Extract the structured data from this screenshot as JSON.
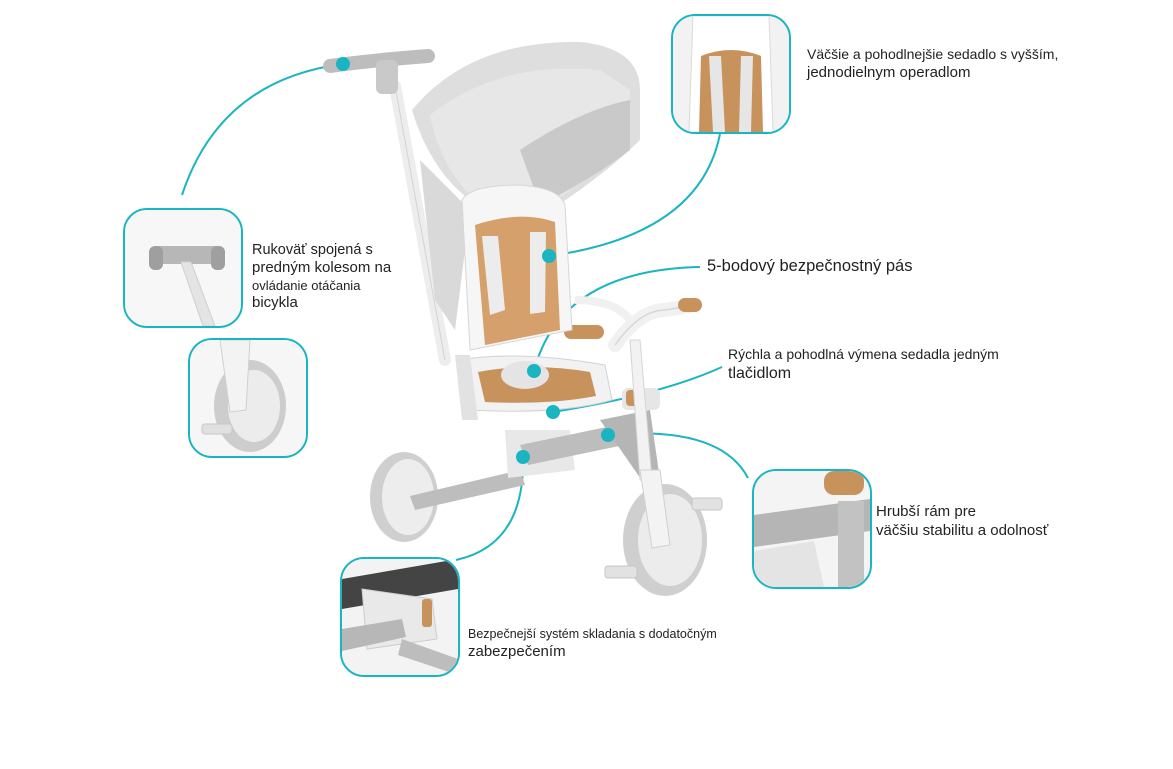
{
  "callouts": {
    "seat": {
      "line1": "Väčšie a pohodlnejšie sedadlo s vyšším,",
      "line2": "jednodielnym operadlom"
    },
    "handle": {
      "line1": "Rukoväť spojená s",
      "line2": "predným kolesom na",
      "line3": "ovládanie otáčania",
      "line4": "bicykla"
    },
    "belt": {
      "line1": "5-bodový bezpečnostný pás"
    },
    "seat_swap": {
      "line1": "Rýchla a pohodlná výmena sedadla jedným",
      "line2": "tlačidlom"
    },
    "frame": {
      "line1": "Hrubší rám pre",
      "line2": "väčšiu stabilitu a odolnosť"
    },
    "folding": {
      "line1": "Bezpečnejší systém skladania s dodatočným",
      "line2": "zabezpečením"
    }
  },
  "colors": {
    "accent": "#1bb5c2",
    "frame_grey": "#b9b9b9",
    "light_grey": "#dcdcdc",
    "white_part": "#f4f4f4",
    "brown": "#c8925c",
    "dark": "#555555"
  }
}
